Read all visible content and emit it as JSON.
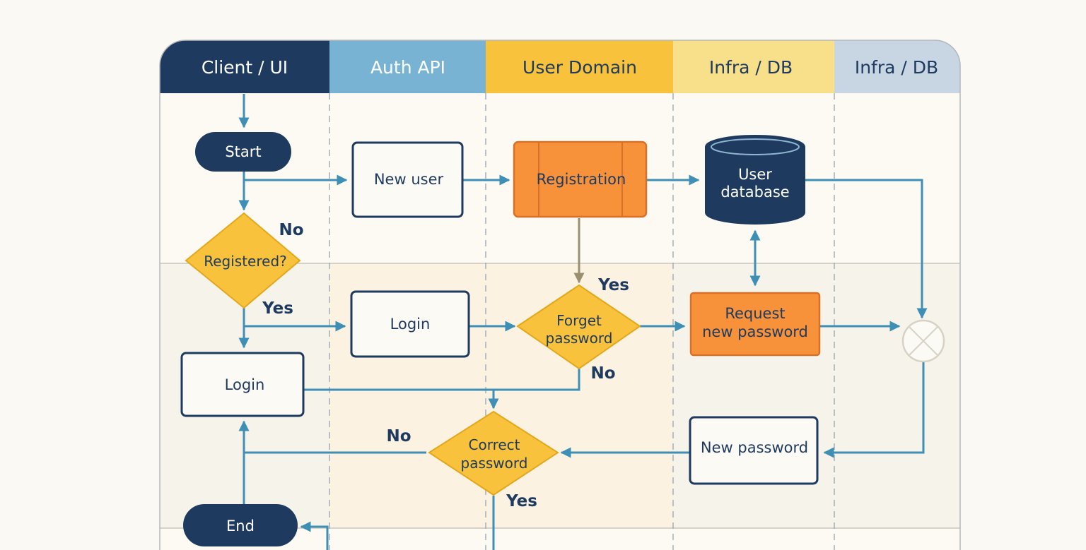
{
  "lanes": [
    {
      "title": "Client / UI",
      "header_color": "#1e3a5f",
      "text_color": "#ffffff"
    },
    {
      "title": "Auth API",
      "header_color": "#79b3d3",
      "text_color": "#ffffff"
    },
    {
      "title": "User Domain",
      "header_color": "#f9c23c",
      "text_color": "#1e3a5f"
    },
    {
      "title": "Infra / DB",
      "header_color": "#f8df8a",
      "text_color": "#1e3a5f"
    },
    {
      "title": "Infra / DB",
      "header_color": "#c8d5e3",
      "text_color": "#1e3a5f"
    }
  ],
  "nodes": {
    "start": {
      "label": "Start"
    },
    "registered": {
      "label": "Registered?"
    },
    "login_client": {
      "label": "Login"
    },
    "end": {
      "label": "End"
    },
    "new_user": {
      "label": "New user"
    },
    "login_api": {
      "label": "Login"
    },
    "registration": {
      "label": "Registration"
    },
    "forget_password": {
      "lines": [
        "Forget",
        "password"
      ]
    },
    "correct_password": {
      "lines": [
        "Correct",
        "password"
      ]
    },
    "user_database": {
      "lines": [
        "User",
        "database"
      ]
    },
    "request_new_password": {
      "lines": [
        "Request",
        "new password"
      ]
    },
    "new_password": {
      "label": "New password"
    }
  },
  "edge_labels": {
    "registered_no": "No",
    "registered_yes": "Yes",
    "forget_yes": "Yes",
    "forget_no": "No",
    "correct_no": "No",
    "correct_yes": "Yes"
  },
  "colors": {
    "navy": "#1e3a5f",
    "edge": "#3d8fb5",
    "registration_edge": "#9a8f6e",
    "orange": "#f7923a",
    "yellow": "#f9c23c",
    "node_fill": "#fcfaf4"
  }
}
